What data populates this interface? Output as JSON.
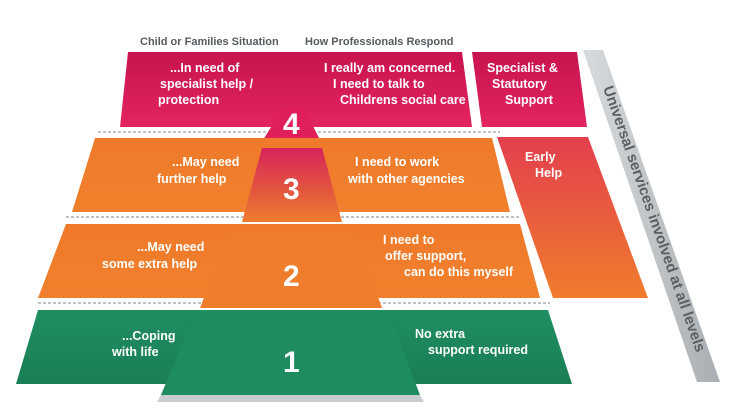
{
  "headers": {
    "situation": "Child or Families Situation",
    "response": "How Professionals Respond"
  },
  "levels": [
    {
      "number": "4",
      "situation": [
        "...In need of",
        "specialist help /",
        "protection"
      ],
      "response": [
        "I really am concerned.",
        "I need to talk to",
        "Childrens social care"
      ]
    },
    {
      "number": "3",
      "situation": [
        "...May need",
        "further help"
      ],
      "response": [
        "I need to work",
        "with other agencies"
      ]
    },
    {
      "number": "2",
      "situation": [
        "...May need",
        "some extra help"
      ],
      "response": [
        "I need to",
        "offer support,",
        "can do this myself"
      ]
    },
    {
      "number": "1",
      "situation": [
        "...Coping",
        "with life"
      ],
      "response": [
        "No extra",
        "support required"
      ]
    }
  ],
  "services": {
    "specialist": [
      "Specialist &",
      "Statutory",
      "Support"
    ],
    "early_help": [
      "Early",
      "Help"
    ]
  },
  "side_label": "Universal services involved at all levels",
  "colors": {
    "crimson": "#d4145a",
    "orange": "#ef7d2b",
    "green": "#1e8a5e",
    "grey": "#bfc3c6"
  }
}
